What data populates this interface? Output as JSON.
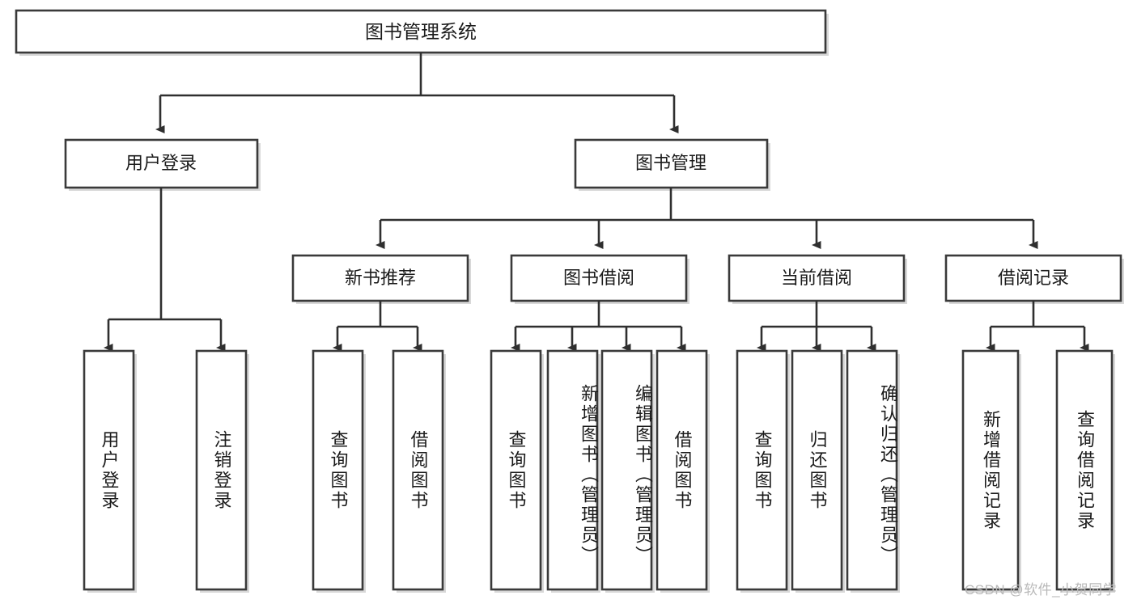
{
  "diagram": {
    "title": "图书管理系统",
    "type": "tree",
    "watermark": "CSDN @软件_小贺同学",
    "colors": {
      "box_stroke": "#3a3a3a",
      "connector": "#2f2f2f",
      "background": "#ffffff",
      "text": "#1b1b1b",
      "watermark": "#b9b9b9"
    },
    "root": {
      "label": "图书管理系统"
    },
    "level1": [
      {
        "label": "用户登录"
      },
      {
        "label": "图书管理"
      }
    ],
    "level2": [
      {
        "label": "新书推荐"
      },
      {
        "label": "图书借阅"
      },
      {
        "label": "当前借阅"
      },
      {
        "label": "借阅记录"
      }
    ],
    "leaves": {
      "user_login": [
        {
          "label": "用户登录"
        },
        {
          "label": "注销登录"
        }
      ],
      "new_book_recommend": [
        {
          "label": "查询图书"
        },
        {
          "label": "借阅图书"
        }
      ],
      "book_borrow": [
        {
          "label": "查询图书"
        },
        {
          "label": "新增图书（管理员）"
        },
        {
          "label": "编辑图书（管理员）"
        },
        {
          "label": "借阅图书"
        }
      ],
      "current_borrow": [
        {
          "label": "查询图书"
        },
        {
          "label": "归还图书"
        },
        {
          "label": "确认归还（管理员）"
        }
      ],
      "borrow_record": [
        {
          "label": "新增借阅记录"
        },
        {
          "label": "查询借阅记录"
        }
      ]
    }
  }
}
